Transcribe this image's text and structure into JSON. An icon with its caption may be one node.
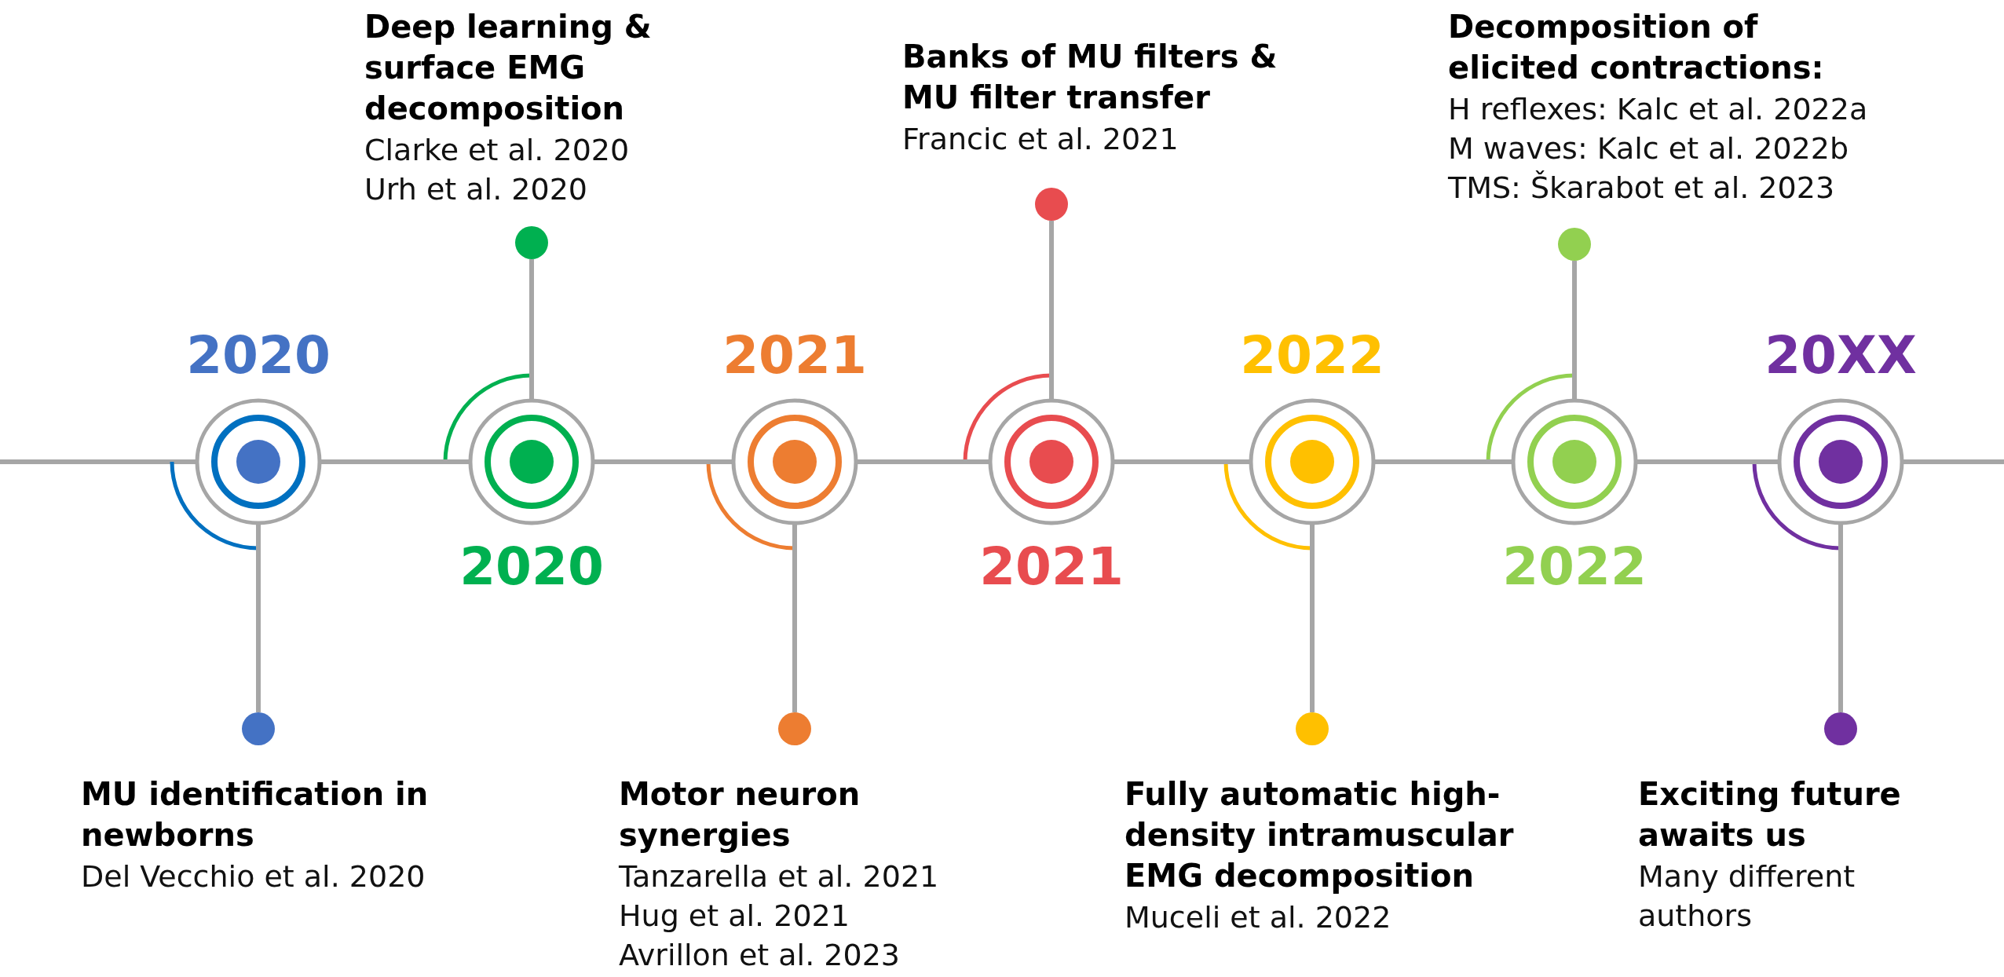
{
  "diagram": {
    "nodes": [
      {
        "text": [
          "2020"
        ]
      },
      {
        "text": [],
        "shape": "circle",
        "beside": [
          "MU identification in newborns",
          "Del Vecchio et al. 2020"
        ]
      },
      {
        "text": [
          "2020"
        ]
      },
      {
        "text": [],
        "shape": "circle",
        "beside": [
          "Deep learning & surface EMG decomposition",
          "Clarke et al.  2020",
          "Urh et al. 2020"
        ]
      },
      {
        "text": [
          "2021"
        ]
      },
      {
        "text": [],
        "shape": "circle",
        "beside": [
          "Motor neuron synergies",
          "Tanzarella et al. 2021",
          "Hug et al. 2021",
          "Avrillon et al. 2023"
        ]
      },
      {
        "text": [
          "2021"
        ]
      },
      {
        "text": [],
        "shape": "circle",
        "beside": [
          "Banks of MU filters & MU filter transfer",
          "Francic et al. 2021"
        ]
      },
      {
        "text": [
          "2022"
        ]
      },
      {
        "text": [],
        "shape": "circle",
        "beside": [
          "Fully automatic high-density intramuscular EMG decomposition",
          "Muceli et al. 2022"
        ]
      },
      {
        "text": [
          "2022"
        ]
      },
      {
        "text": [],
        "shape": "circle",
        "beside": [
          "Decomposition of elicited contractions:",
          "H reflexes: Kalc et al. 2022a",
          "M waves: Kalc et al. 2022b",
          "TMS: Škarabot et al. 2023"
        ]
      },
      {
        "text": [
          "20XX"
        ]
      },
      {
        "text": [],
        "shape": "circle",
        "beside": [
          "Exciting future awaits us",
          "Many different authors"
        ]
      }
    ],
    "edges": [
      {
        "from": 0,
        "to": 1,
        "arrow": "none"
      },
      {
        "from": 2,
        "to": 3,
        "arrow": "none"
      },
      {
        "from": 4,
        "to": 5,
        "arrow": "none"
      },
      {
        "from": 6,
        "to": 7,
        "arrow": "none"
      },
      {
        "from": 8,
        "to": 9,
        "arrow": "none"
      },
      {
        "from": 10,
        "to": 11,
        "arrow": "none"
      },
      {
        "from": 12,
        "to": 13,
        "arrow": "none"
      },
      {
        "from": 0,
        "to": 2,
        "arrow": "none"
      },
      {
        "from": 2,
        "to": 4,
        "arrow": "none"
      },
      {
        "from": 4,
        "to": 6,
        "arrow": "none"
      },
      {
        "from": 6,
        "to": 8,
        "arrow": "none"
      },
      {
        "from": 8,
        "to": 10,
        "arrow": "none"
      },
      {
        "from": 10,
        "to": 12,
        "arrow": "none"
      }
    ]
  }
}
